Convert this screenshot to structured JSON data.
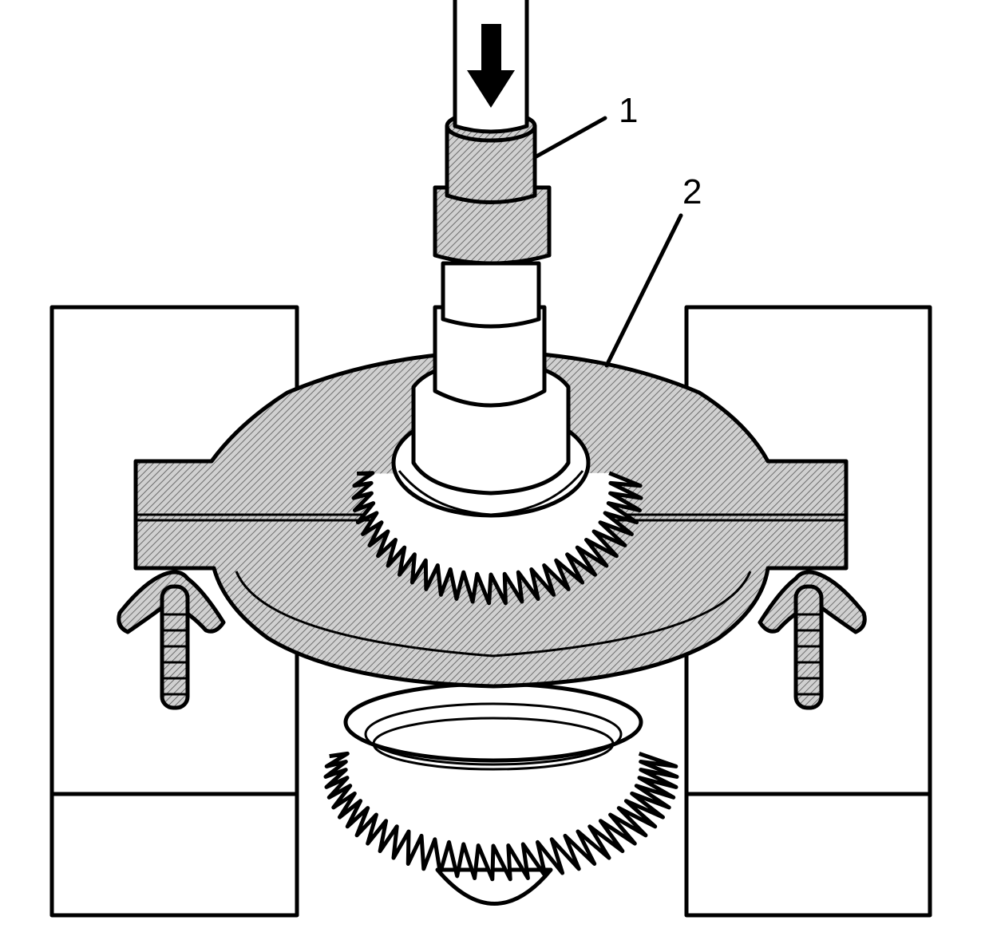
{
  "diagram": {
    "callouts": [
      {
        "id": "1",
        "label": "1"
      },
      {
        "id": "2",
        "label": "2"
      }
    ],
    "colors": {
      "line": "#000000",
      "background": "#ffffff",
      "hatch_fill": "#bfbfbf"
    }
  }
}
